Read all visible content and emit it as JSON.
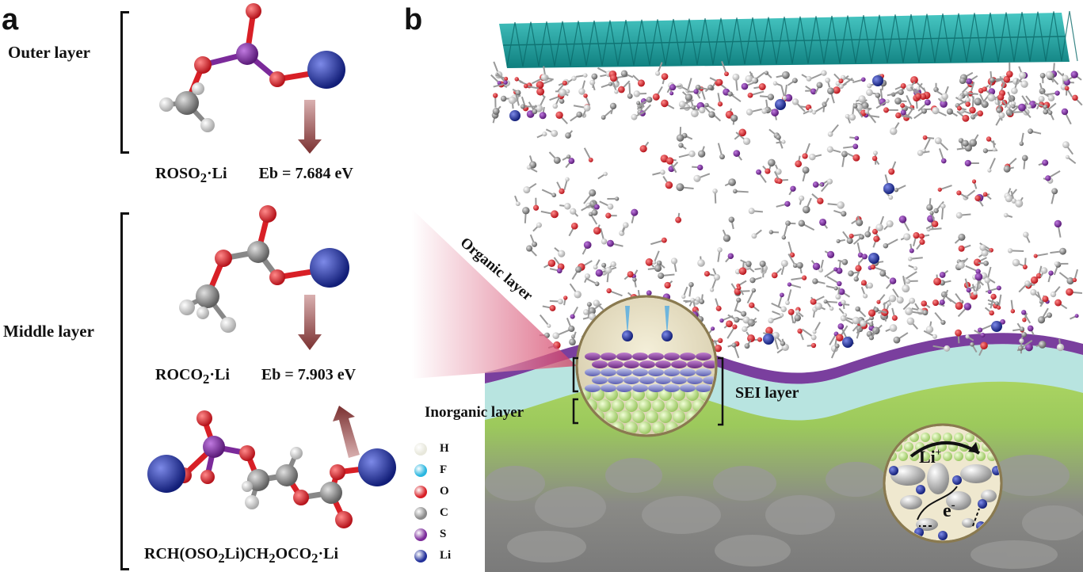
{
  "panel_a": {
    "letter": "a",
    "outer_layer_label": "Outer layer",
    "middle_layer_label": "Middle layer",
    "formula1": "ROSO",
    "formula1_sub": "2",
    "formula1_tail": "·Li",
    "eb1": "Eb = 7.684 eV",
    "formula2": "ROCO",
    "formula2_sub": "2",
    "formula2_tail": "·Li",
    "eb2": "Eb = 7.903 eV",
    "formula3": "RCH(OSO",
    "formula3_sub": "2",
    "formula3_mid": "Li)CH",
    "formula3_sub2": "2",
    "formula3_mid2": "OCO",
    "formula3_sub3": "2",
    "formula3_tail": "·Li"
  },
  "panel_b": {
    "letter": "b",
    "organic_layer": "Organic layer",
    "inorganic_layer": "Inorganic layer",
    "sei_layer": "SEI layer",
    "li_ion": "Li",
    "li_sup": "+",
    "electron": "e",
    "electron_sup": "-"
  },
  "legend": [
    {
      "label": "H",
      "color": "#e8e8dc"
    },
    {
      "label": "F",
      "color": "#29b6e0"
    },
    {
      "label": "O",
      "color": "#d81f26"
    },
    {
      "label": "C",
      "color": "#8a8a8a"
    },
    {
      "label": "S",
      "color": "#7b2a9a"
    },
    {
      "label": "Li",
      "color": "#22309a"
    }
  ],
  "colors": {
    "oxygen": "#d81f26",
    "carbon": "#8a8a8a",
    "sulfur": "#7b2a9a",
    "lithium": "#22309a",
    "hydrogen": "#e8e8e8",
    "fluorine": "#29b6e0",
    "cathode": "#1a9b9b",
    "sei_purple": "#7a3f9e",
    "inorganic_cyan": "#b8e4e0",
    "anode_green": "#a8d45a",
    "arrow": "#8a4a4a"
  }
}
